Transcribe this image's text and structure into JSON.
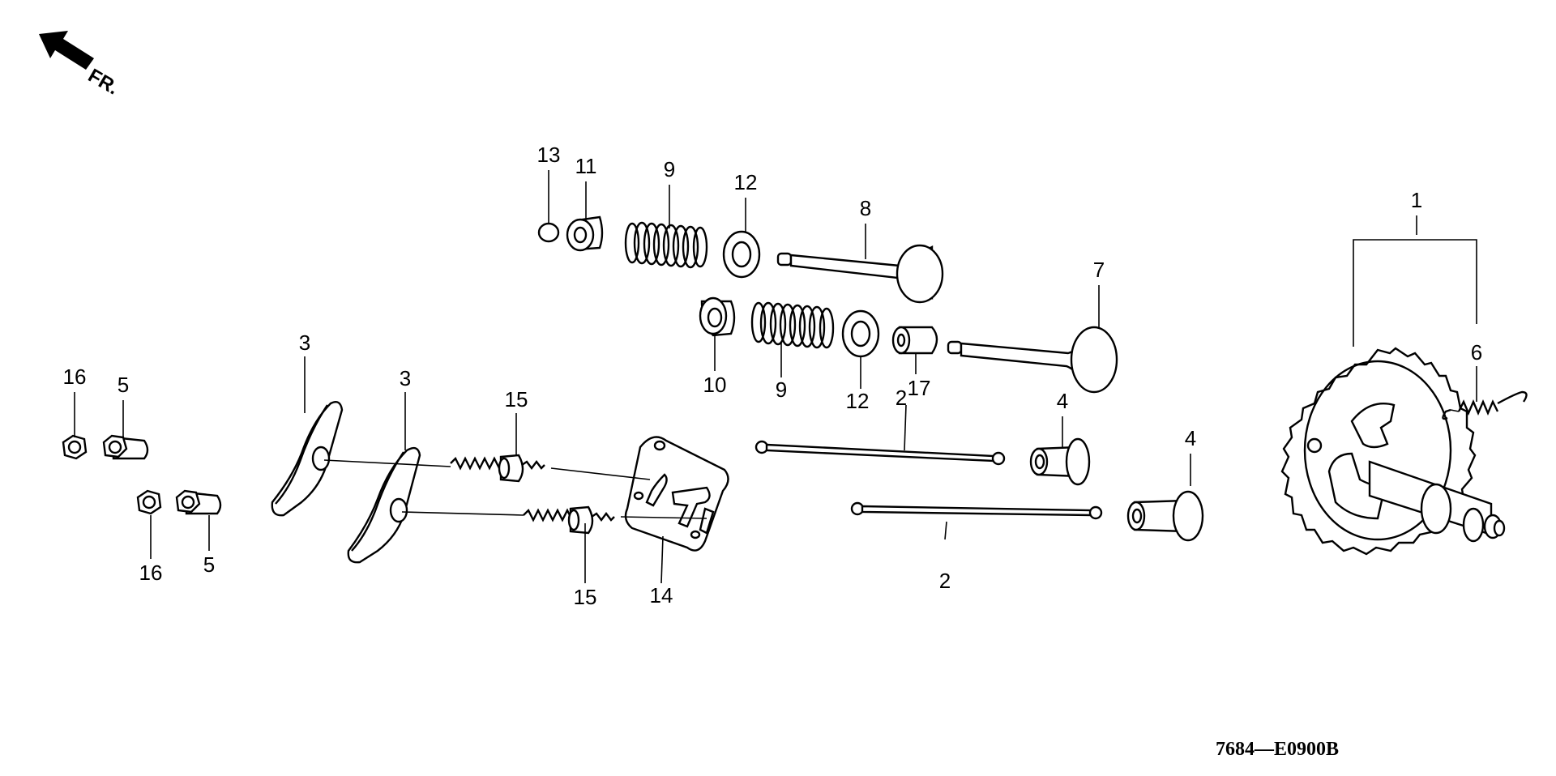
{
  "orientation": {
    "label": "FR.",
    "icon": "front-direction-arrow-icon"
  },
  "diagram_code": "7684—E0900B",
  "callouts": {
    "c1": "1",
    "c2a": "2",
    "c2b": "2",
    "c3a": "3",
    "c3b": "3",
    "c4a": "4",
    "c4b": "4",
    "c5a": "5",
    "c5b": "5",
    "c6": "6",
    "c7": "7",
    "c8": "8",
    "c9a": "9",
    "c9b": "9",
    "c10": "10",
    "c11": "11",
    "c12a": "12",
    "c12b": "12",
    "c13": "13",
    "c14": "14",
    "c15a": "15",
    "c15b": "15",
    "c16a": "16",
    "c16b": "16",
    "c17": "17"
  },
  "parts": [
    {
      "icon": "camshaft-gear-icon"
    },
    {
      "icon": "push-rod-icon"
    },
    {
      "icon": "rocker-arm-icon"
    },
    {
      "icon": "valve-lifter-icon"
    },
    {
      "icon": "adjusting-nut-icon"
    },
    {
      "icon": "decompressor-spring-icon"
    },
    {
      "icon": "exhaust-valve-icon"
    },
    {
      "icon": "intake-valve-icon"
    },
    {
      "icon": "valve-spring-icon"
    },
    {
      "icon": "valve-spring-retainer-icon"
    },
    {
      "icon": "valve-rotator-icon"
    },
    {
      "icon": "valve-spring-seat-icon"
    },
    {
      "icon": "valve-cap-icon"
    },
    {
      "icon": "push-rod-guide-plate-icon"
    },
    {
      "icon": "rocker-arm-pivot-bolt-icon"
    },
    {
      "icon": "pivot-lock-nut-icon"
    },
    {
      "icon": "valve-stem-seal-icon"
    }
  ]
}
